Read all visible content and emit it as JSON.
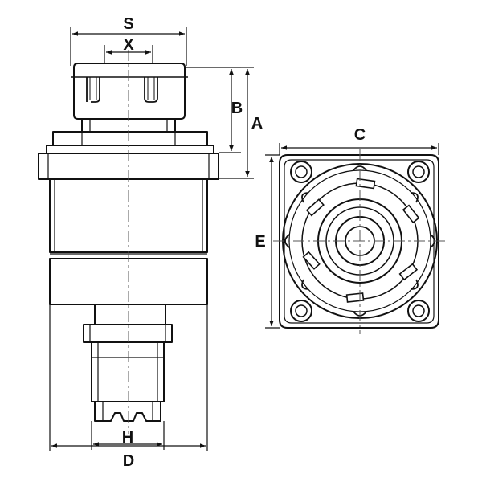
{
  "diagram": {
    "dimension_labels": {
      "S": "S",
      "X": "X",
      "B": "B",
      "A": "A",
      "C": "C",
      "E": "E",
      "H": "H",
      "D": "D"
    },
    "colors": {
      "line": "#111111",
      "center_line": "#555555",
      "background": "#ffffff"
    }
  }
}
